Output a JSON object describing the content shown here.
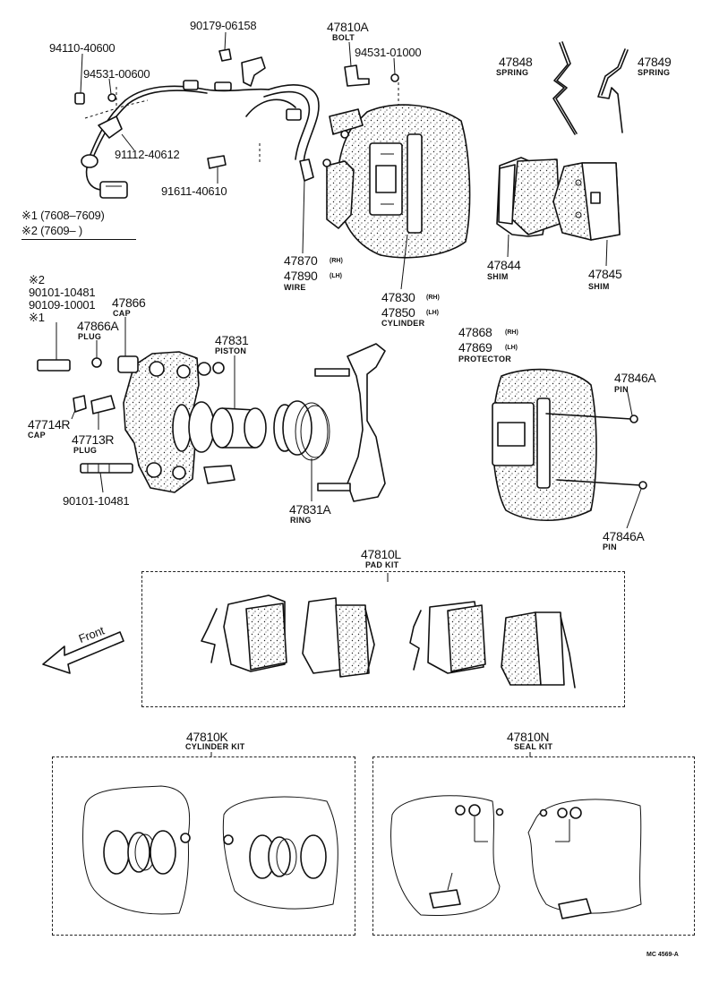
{
  "parts": {
    "p94110": "94110-40600",
    "p94531a": "94531-00600",
    "p91112": "91112-40612",
    "p90179": "90179-06158",
    "p47810A": "47810A",
    "bolt": "BOLT",
    "p94531b": "94531-01000",
    "p91611": "91611-40610",
    "note1": "※1  (7608–7609)",
    "note2": "※2  (7609–        )",
    "p47848": "47848",
    "spring1": "SPRING",
    "p47849": "47849",
    "spring2": "SPRING",
    "p47870": "47870",
    "rh1": "(RH)",
    "p47890": "47890",
    "lh1": "(LH)",
    "wire": "WIRE",
    "p47844": "47844",
    "shim1": "SHIM",
    "p47845": "47845",
    "shim2": "SHIM",
    "p47830": "47830",
    "rh2": "(RH)",
    "p47850": "47850",
    "lh2": "(LH)",
    "cylinder": "CYLINDER",
    "mark2": "※2",
    "p90101a": "90101-10481",
    "p90109": "90109-10001",
    "mark1": "※1",
    "p47866": "47866",
    "cap1": "CAP",
    "p47866A": "47866A",
    "plug1": "PLUG",
    "p47831": "47831",
    "piston": "PISTON",
    "p47714R": "47714R",
    "cap2": "CAP",
    "p47713R": "47713R",
    "plug2": "PLUG",
    "p90101b": "90101-10481",
    "p47831A": "47831A",
    "ring": "RING",
    "p47868": "47868",
    "rh3": "(RH)",
    "p47869": "47869",
    "lh3": "(LH)",
    "protector": "PROTECTOR",
    "p47846A_1": "47846A",
    "pin1": "PIN",
    "p47846A_2": "47846A",
    "pin2": "PIN"
  },
  "kits": {
    "pad_no": "47810L",
    "pad_name": "PAD KIT",
    "front": "Front",
    "cyl_no": "47810K",
    "cyl_name": "CYLINDER KIT",
    "seal_no": "47810N",
    "seal_name": "SEAL KIT"
  },
  "footer": {
    "code": "MC 4569-A"
  }
}
